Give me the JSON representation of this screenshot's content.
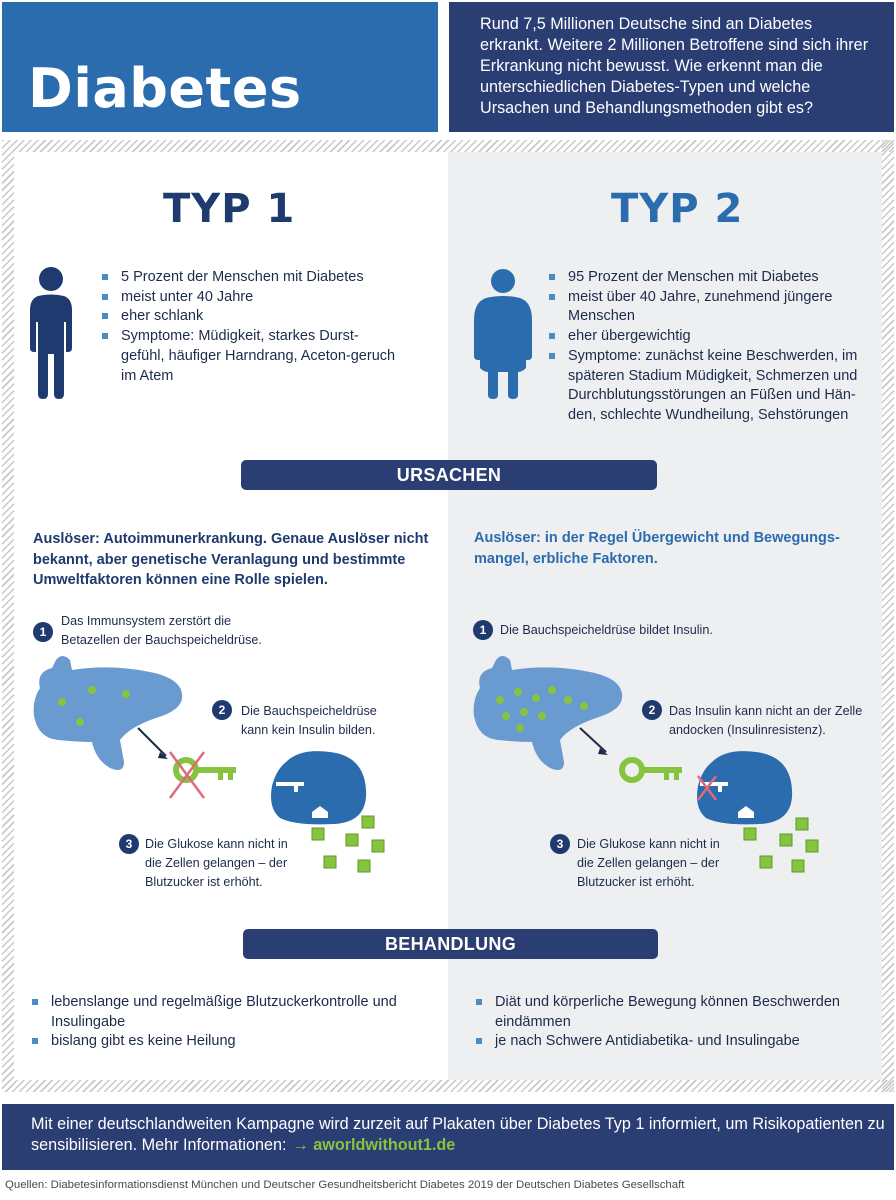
{
  "header": {
    "title": "Diabetes",
    "intro": "Rund 7,5 Millionen Deutsche sind an Diabetes erkrankt. Weitere 2 Millionen Betroffene sind sich ihrer Erkrankung nicht bewusst. Wie erkennt man die unterschiedlichen Diabetes-Typen und welche Ursachen und Behandlungsmethoden gibt es?"
  },
  "type1": {
    "title": "TYP 1",
    "facts": [
      "5 Prozent der Menschen mit Diabetes",
      "meist unter 40 Jahre",
      "eher schlank",
      "Symptome: Müdigkeit, starkes Durst-gefühl, häufiger Harndrang, Aceton-geruch im Atem"
    ],
    "cause": "Auslöser: Autoimmunerkrankung. Genaue Auslöser nicht bekannt, aber genetische Veranlagung und bestimmte Umweltfaktoren können eine Rolle spielen.",
    "steps": [
      {
        "num": "1",
        "text": "Das Immunsystem zerstört die Betazellen der Bauchspeicheldrüse."
      },
      {
        "num": "2",
        "text": "Die Bauchspeicheldrüse kann kein Insulin bilden."
      },
      {
        "num": "3",
        "text": "Die Glukose kann nicht in die Zellen gelangen – der Blutzucker ist erhöht."
      }
    ],
    "treatment": [
      "lebenslange und regelmäßige Blutzuckerkontrolle und Insulingabe",
      "bislang gibt es keine Heilung"
    ]
  },
  "type2": {
    "title": "TYP 2",
    "facts": [
      "95 Prozent der Menschen mit Diabetes",
      "meist über 40 Jahre, zunehmend jüngere Menschen",
      "eher übergewichtig",
      "Symptome: zunächst keine Beschwerden, im späteren Stadium Müdigkeit, Schmerzen und Durchblutungsstörungen an Füßen und Hän-den, schlechte Wundheilung, Sehstörungen"
    ],
    "cause": "Auslöser: in der Regel Übergewicht und Bewegungs-mangel, erbliche Faktoren.",
    "steps": [
      {
        "num": "1",
        "text": "Die Bauchspeicheldrüse bildet Insulin."
      },
      {
        "num": "2",
        "text": "Das Insulin kann nicht an der Zelle andocken (Insulinresistenz)."
      },
      {
        "num": "3",
        "text": "Die Glukose kann nicht in die Zellen gelangen – der Blutzucker ist erhöht."
      }
    ],
    "treatment": [
      "Diät und körperliche Bewegung können Beschwerden eindämmen",
      "je nach Schwere Antidiabetika- und Insulingabe"
    ]
  },
  "sections": {
    "causes": "URSACHEN",
    "treatment": "BEHANDLUNG"
  },
  "footer": {
    "campaign": "Mit einer deutschlandweiten Kampagne wird zurzeit auf Plakaten über Diabetes Typ 1 informiert, um Risikopatienten zu sensibilisieren. Mehr Informationen:",
    "link": "aworldwithout1.de",
    "sources": "Quellen: Diabetesinformationsdienst München und Deutscher Gesundheitsbericht Diabetes 2019 der Deutschen Diabetes Gesellschaft"
  },
  "colors": {
    "dark_blue": "#2a3e73",
    "mid_blue": "#2a6cae",
    "light_blue": "#6a9bd0",
    "green": "#86c440",
    "red": "#e06a7a"
  }
}
